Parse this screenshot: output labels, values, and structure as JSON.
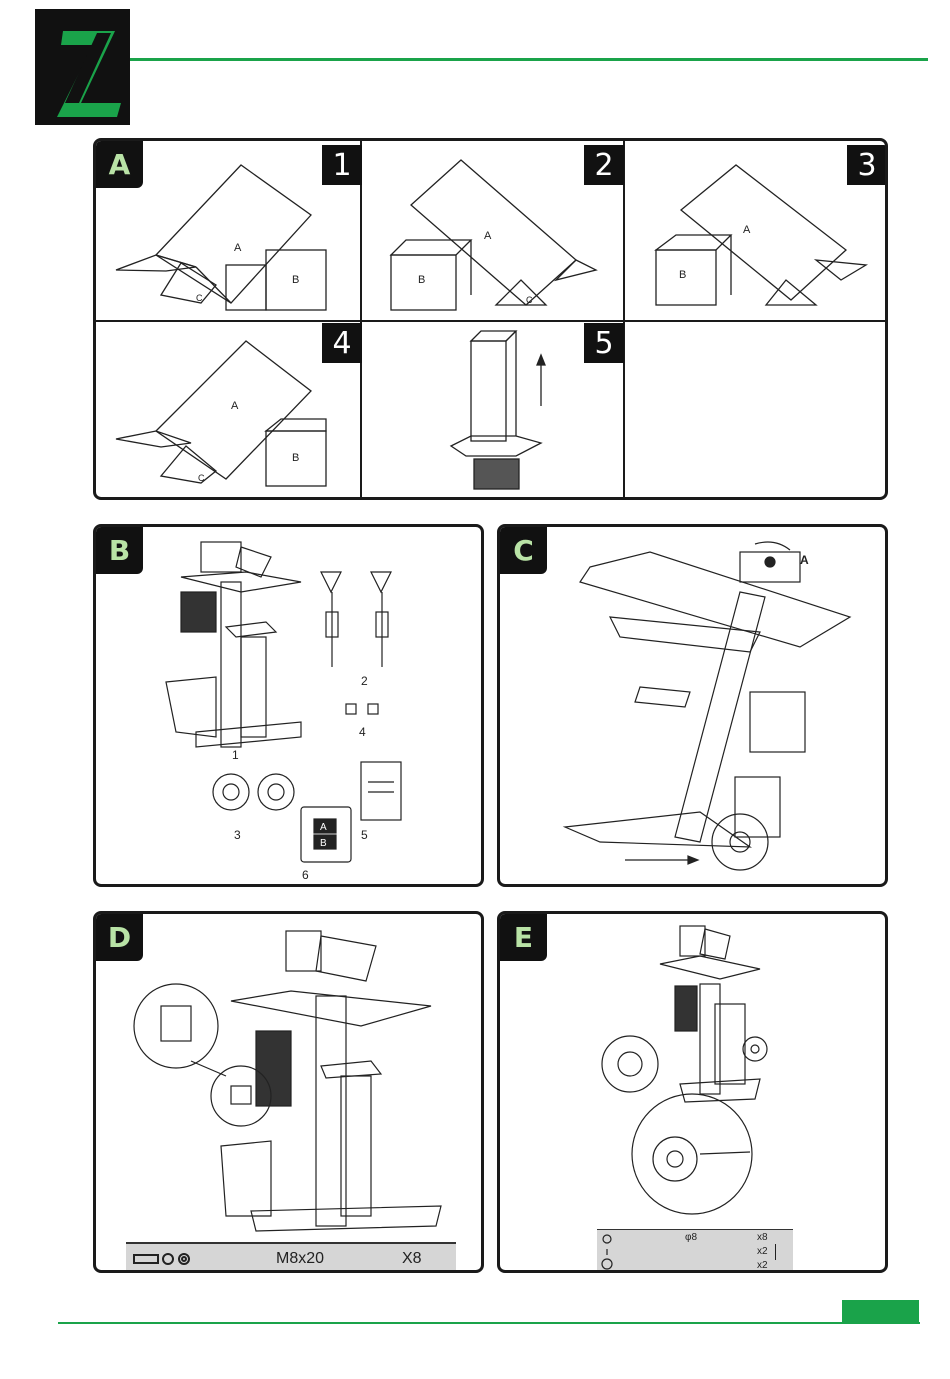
{
  "header": {
    "logo_letter": "Z"
  },
  "panels": {
    "A": {
      "tag": "A",
      "steps": [
        "1",
        "2",
        "3",
        "4",
        "5"
      ],
      "box_labels": {
        "long": "A",
        "short": "B",
        "foot": "C"
      }
    },
    "B": {
      "tag": "B",
      "callouts": [
        "1",
        "2",
        "3",
        "4",
        "5",
        "6"
      ],
      "bag_letters": [
        "A",
        "B"
      ]
    },
    "C": {
      "tag": "C",
      "callout": "A"
    },
    "D": {
      "tag": "D",
      "legend": {
        "size": "M8x20",
        "qty": "X8"
      }
    },
    "E": {
      "tag": "E",
      "legend": {
        "dia": "φ8",
        "q1": "x8",
        "q2": "x2",
        "q3": "x2"
      }
    }
  },
  "colors": {
    "accent": "#1aa34a",
    "tag_text": "#b9e3a6"
  }
}
